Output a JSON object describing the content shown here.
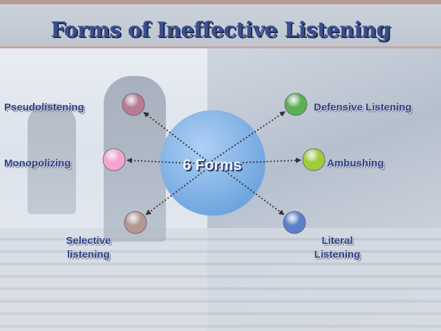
{
  "title": "Forms of Ineffective Listening",
  "center": {
    "label": "6 Forms",
    "color": "#6aa2dc"
  },
  "forms": [
    {
      "label": "Pseudolistening",
      "color": "#b87b95",
      "side": "left"
    },
    {
      "label": "Monopolizing",
      "color": "#f5a3cf",
      "side": "left"
    },
    {
      "label": "Selective listening",
      "color": "#b49890",
      "side": "left"
    },
    {
      "label": "Defensive Listening",
      "color": "#5caf56",
      "side": "right"
    },
    {
      "label": "Ambushing",
      "color": "#9ccd3a",
      "side": "right"
    },
    {
      "label": "Literal Listening",
      "color": "#5d80c8",
      "side": "right"
    }
  ]
}
